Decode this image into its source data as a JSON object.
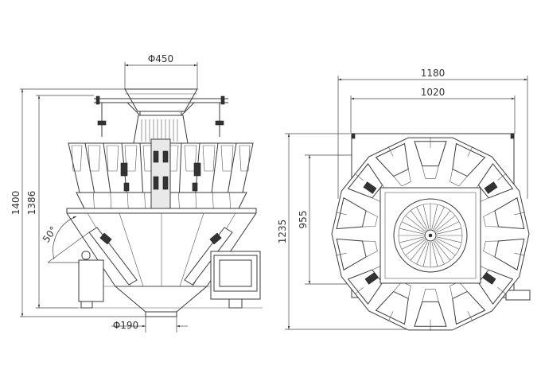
{
  "drawing": {
    "front_view": {
      "dims": {
        "top_diameter": "Φ450",
        "bottom_diameter": "Φ190",
        "total_height": "1400",
        "frame_height": "1386",
        "angle": "50°"
      }
    },
    "top_view": {
      "dims": {
        "overall_width": "1180",
        "frame_width": "1020",
        "overall_depth": "1235",
        "frame_depth": "955"
      }
    }
  }
}
